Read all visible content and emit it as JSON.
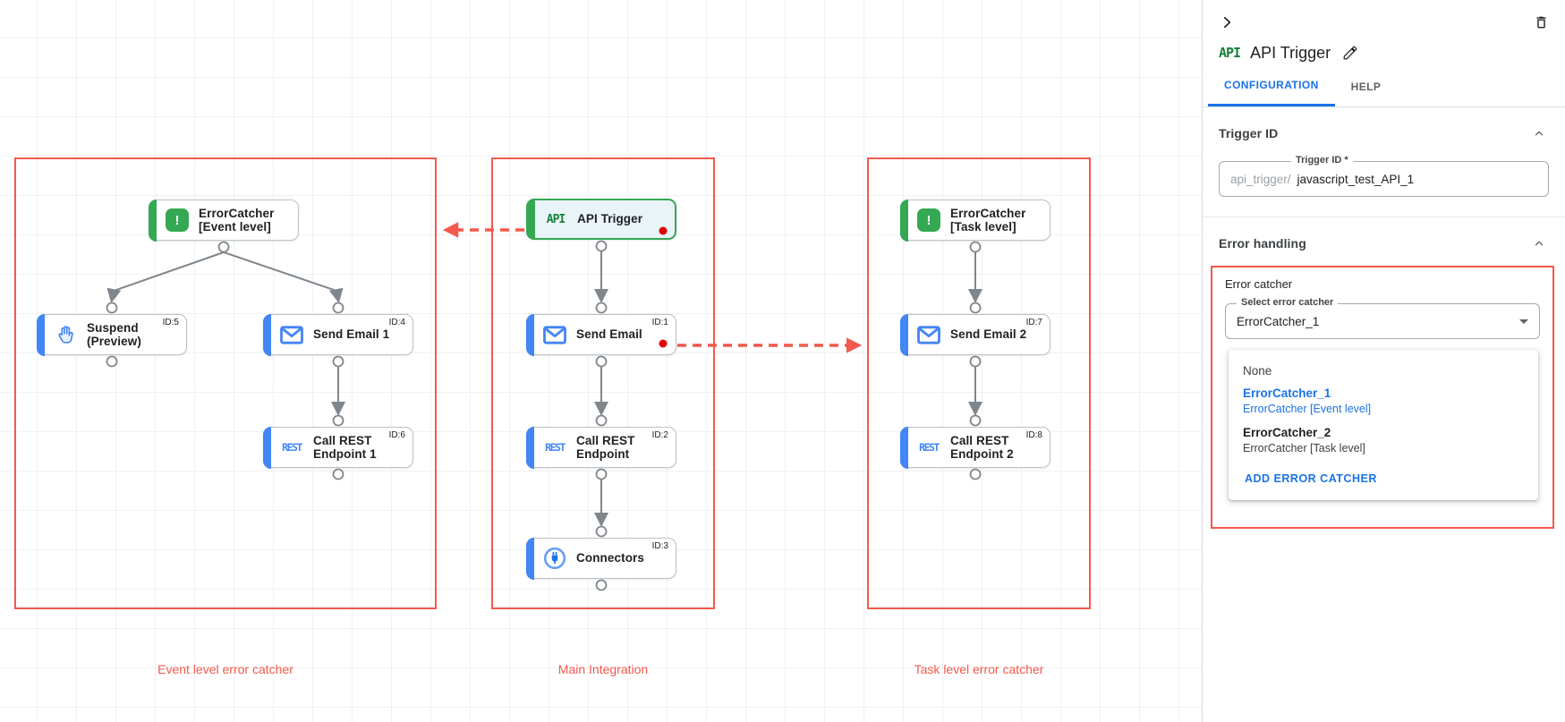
{
  "colors": {
    "annotation_red": "#F4594C",
    "task_blue": "#4285F4",
    "trigger_green": "#34A853",
    "link_blue": "#1A73E8",
    "error_dot_red": "#E00000"
  },
  "icons": {
    "api_text": "API",
    "rest_text": "REST",
    "error_glyph": "!"
  },
  "canvas": {
    "groups": [
      {
        "label": "Event level error catcher"
      },
      {
        "label": "Main Integration"
      },
      {
        "label": "Task level error catcher"
      }
    ],
    "nodes": [
      {
        "line1": "ErrorCatcher",
        "line2": "[Event level]",
        "id_tag": ""
      },
      {
        "line1": "Suspend",
        "line2": "(Preview)",
        "id_tag": "ID:5"
      },
      {
        "line1": "Send Email 1",
        "id_tag": "ID:4"
      },
      {
        "line1": "Call REST",
        "line2": "Endpoint 1",
        "id_tag": "ID:6"
      },
      {
        "line1": "API Trigger",
        "id_tag": ""
      },
      {
        "line1": "Send Email",
        "id_tag": "ID:1"
      },
      {
        "line1": "Call REST",
        "line2": "Endpoint",
        "id_tag": "ID:2"
      },
      {
        "line1": "Connectors",
        "id_tag": "ID:3"
      },
      {
        "line1": "ErrorCatcher",
        "line2": "[Task level]",
        "id_tag": ""
      },
      {
        "line1": "Send Email 2",
        "id_tag": "ID:7"
      },
      {
        "line1": "Call REST",
        "line2": "Endpoint 2",
        "id_tag": "ID:8"
      }
    ]
  },
  "panel": {
    "badge": "API",
    "title": "API Trigger",
    "tabs": {
      "configuration": "CONFIGURATION",
      "help": "HELP"
    },
    "trigger_id": {
      "heading": "Trigger ID",
      "field_label": "Trigger ID *",
      "prefix": "api_trigger/",
      "value": "javascript_test_API_1"
    },
    "error_handling": {
      "heading": "Error handling",
      "group_label": "Error catcher",
      "select_label": "Select error catcher",
      "select_value": "ErrorCatcher_1",
      "menu": {
        "none": "None",
        "opt1_name": "ErrorCatcher_1",
        "opt1_detail": "ErrorCatcher [Event level]",
        "opt2_name": "ErrorCatcher_2",
        "opt2_detail": "ErrorCatcher [Task level]",
        "add": "ADD ERROR CATCHER"
      }
    }
  }
}
